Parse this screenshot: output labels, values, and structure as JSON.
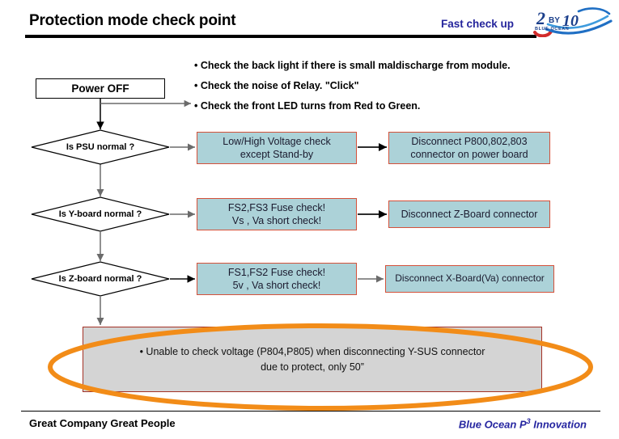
{
  "header": {
    "title": "Protection mode check point",
    "fast_check_label": "Fast check up",
    "logo": {
      "name": "blue-ocean-2by10-logo",
      "main_text": "2",
      "by_text": "BY",
      "ten_text": "10",
      "sub_text": "BLUE OCEAN"
    },
    "accent_rule_color": "#000000"
  },
  "notes": {
    "bullets": [
      "• Check the back light if there is small maldischarge from module.",
      "• Check the noise of Relay. \"Click\"",
      "• Check the front LED turns from Red to Green."
    ]
  },
  "flow": {
    "start": {
      "label": "Power OFF"
    },
    "decisions": [
      {
        "label": "Is PSU normal ?"
      },
      {
        "label": "Is Y-board normal ?"
      },
      {
        "label": "Is Z-board normal ?"
      }
    ],
    "actions": [
      {
        "line1": "Low/High Voltage check",
        "line2": "except Stand-by"
      },
      {
        "line1": "FS2,FS3 Fuse check!",
        "line2": "Vs , Va short check!"
      },
      {
        "line1": "FS1,FS2 Fuse check!",
        "line2": "5v , Va short check!"
      }
    ],
    "results": [
      {
        "line1": "Disconnect P800,802,803",
        "line2": "connector on power board"
      },
      {
        "line1": "Disconnect Z-Board connector",
        "line2": ""
      },
      {
        "line1": "Disconnect X-Board(Va) connector",
        "line2": ""
      }
    ],
    "warning": {
      "line1": "• Unable to check voltage (P804,P805) when disconnecting Y-SUS connector",
      "line2": "due to protect, only 50”"
    }
  },
  "footer": {
    "left": "Great Company  Great People",
    "right_prefix": "Blue Ocean P",
    "right_sup": "3",
    "right_suffix": " Innovation"
  },
  "colors": {
    "teal_fill": "#acd2d8",
    "teal_border": "#d4513a",
    "gray_fill": "#d4d4d4",
    "gray_border": "#a33126",
    "highlight_ellipse": "#f28c18",
    "brand_blue": "#25259c",
    "connector_gray": "#808080"
  }
}
